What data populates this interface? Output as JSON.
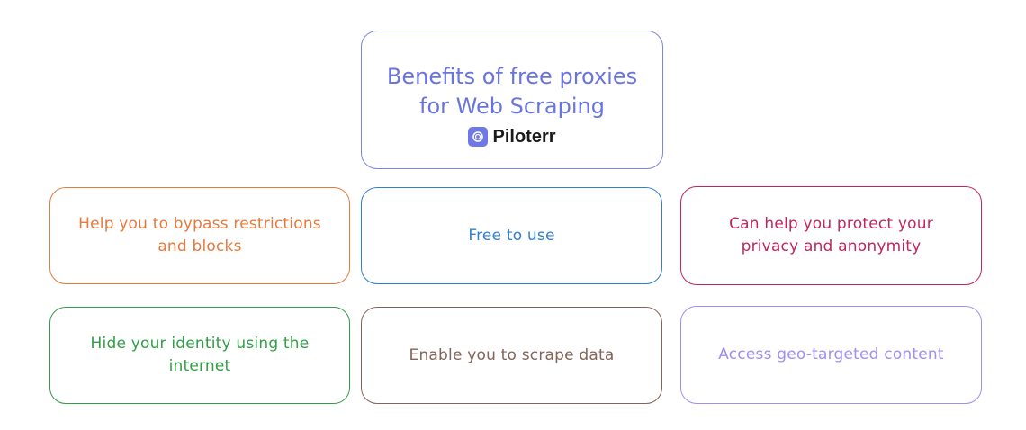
{
  "title": {
    "text": "Benefits of free proxies\nfor Web Scraping",
    "brand": "Piloterr",
    "brand_logo_icon": "piloterr-logo-icon",
    "color": "#6a74e0"
  },
  "cards": [
    {
      "text": "Help you to bypass restrictions\nand blocks",
      "color": "#e8793c"
    },
    {
      "text": "Free to use",
      "color": "#2f7fd4"
    },
    {
      "text": "Can help you protect your\nprivacy and anonymity",
      "color": "#c2255c"
    },
    {
      "text": "Hide your identity using the\ninternet",
      "color": "#2f9e44"
    },
    {
      "text": "Enable you to scrape data",
      "color": "#846358"
    },
    {
      "text": "Access geo-targeted content",
      "color": "#9f8ff0"
    }
  ]
}
